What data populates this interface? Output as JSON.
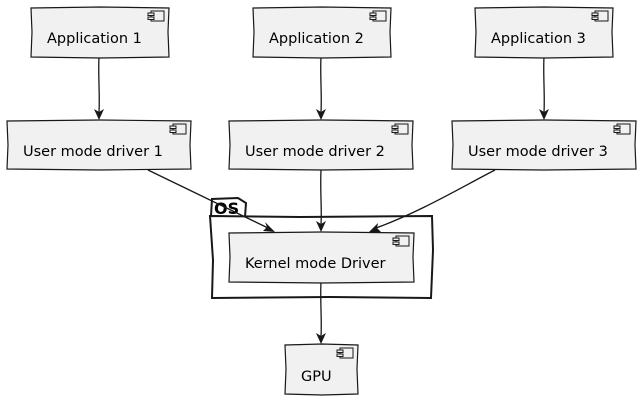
{
  "diagram": {
    "package": {
      "label": "OS"
    },
    "nodes": {
      "app1": "Application 1",
      "app2": "Application 2",
      "app3": "Application 3",
      "umd1": "User mode driver 1",
      "umd2": "User mode driver 2",
      "umd3": "User mode driver 3",
      "kmd": "Kernel mode Driver",
      "gpu": "GPU"
    },
    "edges": [
      {
        "from": "app1",
        "to": "umd1"
      },
      {
        "from": "app2",
        "to": "umd2"
      },
      {
        "from": "app3",
        "to": "umd3"
      },
      {
        "from": "umd1",
        "to": "kmd"
      },
      {
        "from": "umd2",
        "to": "kmd"
      },
      {
        "from": "umd3",
        "to": "kmd"
      },
      {
        "from": "kmd",
        "to": "gpu"
      }
    ],
    "colors": {
      "node_fill": "#f1f1f1",
      "stroke": "#181818",
      "background": "#ffffff"
    }
  }
}
